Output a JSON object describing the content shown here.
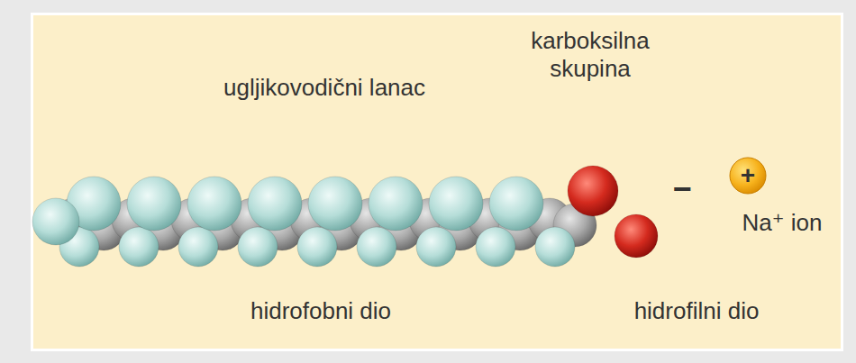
{
  "diagram": {
    "nodes": [
      {
        "text": [
          "+"
        ]
      }
    ],
    "labels": [
      "ugljikovodični lanac",
      "karboksilna skupina",
      "−",
      "Na⁺ ion",
      "hidrofobni dio",
      "hidrofilni dio"
    ]
  }
}
